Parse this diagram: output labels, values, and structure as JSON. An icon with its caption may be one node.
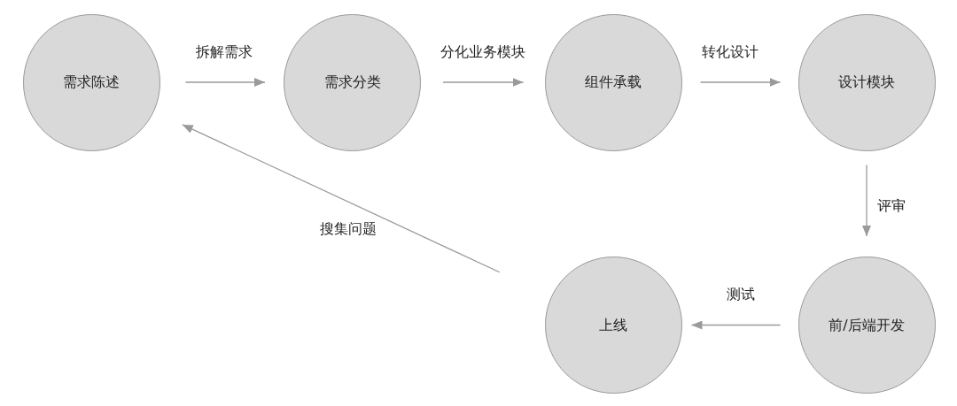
{
  "diagram": {
    "nodes": [
      {
        "text": [
          "需求陈述"
        ]
      },
      {
        "text": [
          "需求分类"
        ]
      },
      {
        "text": [
          "组件承载"
        ]
      },
      {
        "text": [
          "设计模块"
        ]
      },
      {
        "text": [
          "前/后端开发"
        ]
      },
      {
        "text": [
          "上线"
        ]
      }
    ],
    "edges": [
      {
        "from": 0,
        "to": 1,
        "arrow": "to",
        "label": "拆解需求"
      },
      {
        "from": 1,
        "to": 2,
        "arrow": "to",
        "label": "分化业务模块"
      },
      {
        "from": 2,
        "to": 3,
        "arrow": "to",
        "label": "转化设计"
      },
      {
        "from": 3,
        "to": 4,
        "arrow": "to",
        "label": "评审"
      },
      {
        "from": 4,
        "to": 5,
        "arrow": "to",
        "label": "测试"
      },
      {
        "from": 5,
        "to": 0,
        "arrow": "to",
        "label": "搜集问题"
      }
    ]
  }
}
